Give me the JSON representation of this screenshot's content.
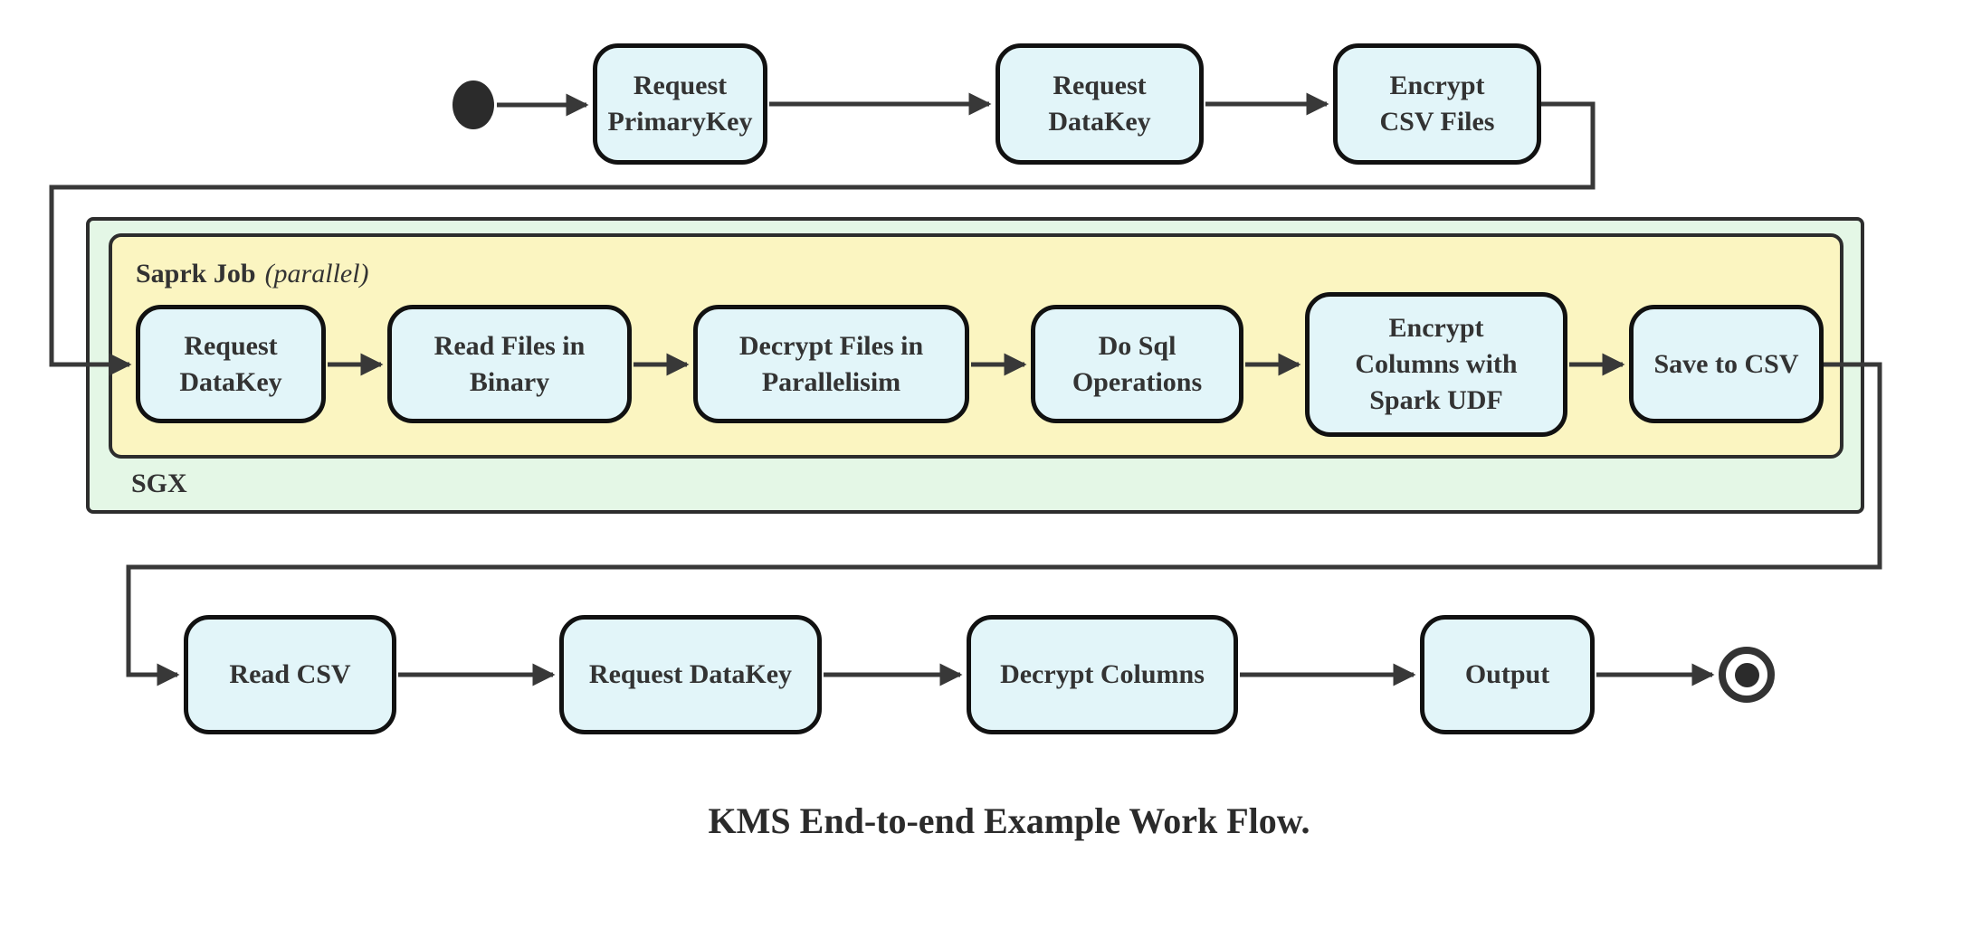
{
  "diagram": {
    "caption": "KMS End-to-end Example Work Flow.",
    "colors": {
      "node_fill": "#e2f5f9",
      "node_border": "#111111",
      "sgx_container_fill": "#e4f7e6",
      "spark_container_fill": "#fbf5c1",
      "container_border": "#2d2d2d",
      "edge": "#383838",
      "text": "#333333",
      "background": "#ffffff"
    },
    "containers": {
      "sgx": {
        "label": "SGX"
      },
      "spark_job": {
        "title": "Saprk Job",
        "qualifier": "(parallel)"
      }
    },
    "nodes": {
      "top": [
        {
          "label": "Request\nPrimaryKey"
        },
        {
          "label": "Request\nDataKey"
        },
        {
          "label": "Encrypt\nCSV Files"
        }
      ],
      "spark": [
        {
          "label": "Request\nDataKey"
        },
        {
          "label": "Read Files in\nBinary"
        },
        {
          "label": "Decrypt Files in\nParallelisim"
        },
        {
          "label": "Do Sql\nOperations"
        },
        {
          "label": "Encrypt\nColumns with\nSpark UDF"
        },
        {
          "label": "Save to CSV"
        }
      ],
      "bottom": [
        {
          "label": "Read CSV"
        },
        {
          "label": "Request DataKey"
        },
        {
          "label": "Decrypt Columns"
        },
        {
          "label": "Output"
        }
      ]
    },
    "markers": {
      "start": "initial-state",
      "end": "final-state"
    }
  }
}
